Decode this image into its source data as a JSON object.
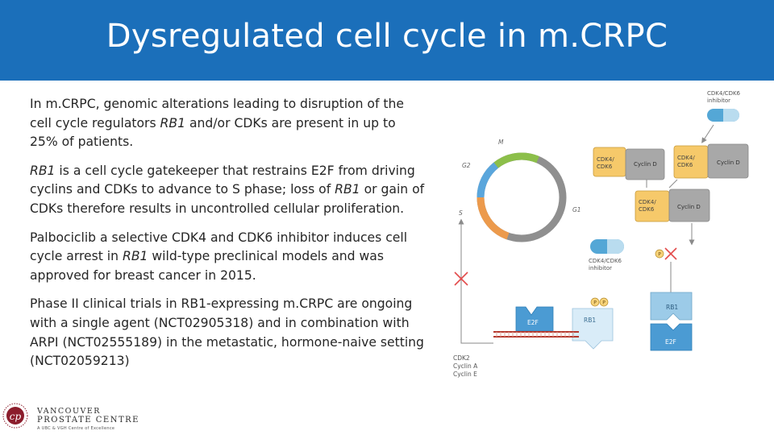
{
  "slide": {
    "title": "Dysregulated cell cycle in m.CRPC",
    "paragraphs": [
      [
        {
          "t": "In m.CRPC, genomic alterations leading to disruption of the cell cycle regulators "
        },
        {
          "t": "RB1",
          "i": true
        },
        {
          "t": " and/or CDKs are present in up to 25% of patients."
        }
      ],
      [
        {
          "t": "RB1",
          "i": true
        },
        {
          "t": " is a cell cycle gatekeeper that restrains E2F from driving cyclins and CDKs to advance to S phase; loss of "
        },
        {
          "t": "RB1",
          "i": true
        },
        {
          "t": " or gain of CDKs therefore results in uncontrolled cellular proliferation."
        }
      ],
      [
        {
          "t": "Palbociclib a selective CDK4 and CDK6 inhibitor induces cell cycle arrest in "
        },
        {
          "t": "RB1",
          "i": true
        },
        {
          "t": " wild-type preclinical models and was approved for breast cancer in 2015."
        }
      ],
      [
        {
          "t": "Phase II clinical trials in RB1-expressing m.CRPC are ongoing with a single agent (NCT02905318) and in combination with ARPI (NCT02555189) in the metastatic, hormone-naive setting (NCT02059213)"
        }
      ]
    ]
  },
  "diagram": {
    "phase_m": "M",
    "phase_g2": "G2",
    "phase_s": "S",
    "phase_g1": "G1",
    "inhibitor_top_l1": "CDK4/CDK6",
    "inhibitor_top_l2": "inhibitor",
    "cdk_a_l1": "CDK4/",
    "cdk_a_l2": "CDK6",
    "cyclin_a": "Cyclin D",
    "cdk_b_l1": "CDK4/",
    "cdk_b_l2": "CDK6",
    "cyclin_b": "Cyclin D",
    "cdk_c_l1": "CDK4/",
    "cdk_c_l2": "CDK6",
    "cyclin_c": "Cyclin D",
    "inhibitor_mid_l1": "CDK4/CDK6",
    "inhibitor_mid_l2": "inhibitor",
    "p_single": "P",
    "p_left": "P",
    "p_right": "P",
    "e2f_bound": "E2F",
    "rb1_bound": "RB1",
    "rb1_free": "RB1",
    "e2f_free": "E2F",
    "cdk2_l1": "CDK2",
    "cdk2_l2": "Cyclin A",
    "cdk2_l3": "Cyclin E",
    "colors": {
      "title_bar": "#1b6fba",
      "phase_m": "#8cbf4a",
      "phase_g2": "#5aa6dc",
      "phase_s": "#ec9a4c",
      "ring": "#8f8f8f",
      "cdk_box": "#f6c96a",
      "cyclin_box": "#a8a8a8",
      "inhibitor": "#54a7d6",
      "rb1": "#9ccbe8",
      "e2f": "#4b9bd3",
      "phospho": "#f8d47a",
      "cross": "#e34b4b",
      "dna": "#b5382d"
    }
  },
  "logo": {
    "line1": "VANCOUVER",
    "line2": "PROSTATE CENTRE",
    "sub": "A UBC & VGH Centre of Excellence"
  }
}
